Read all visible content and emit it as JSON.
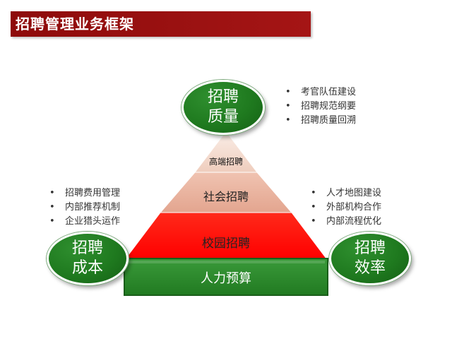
{
  "title": "招聘管理业务框架",
  "pyramid": {
    "top": "高端招聘",
    "middle": "社会招聘",
    "bottom": "校园招聘",
    "base": "人力预算"
  },
  "nodes": {
    "quality": {
      "line1": "招聘",
      "line2": "质量",
      "items": [
        "考官队伍建设",
        "招聘规范纲要",
        "招聘质量回溯"
      ]
    },
    "cost": {
      "line1": "招聘",
      "line2": "成本",
      "items": [
        "招聘费用管理",
        "内部推荐机制",
        "企业猎头运作"
      ]
    },
    "efficiency": {
      "line1": "招聘",
      "line2": "效率",
      "items": [
        "人才地图建设",
        "外部机构合作",
        "内部流程优化"
      ]
    }
  },
  "colors": {
    "title_bar": "#9a1111",
    "ellipse_green": "#1f7a1f",
    "pyramid_top": "#f3d9cc",
    "pyramid_middle": "#e9b29e",
    "pyramid_bottom": "#ff0000",
    "base_green": "#2d8a2d"
  }
}
